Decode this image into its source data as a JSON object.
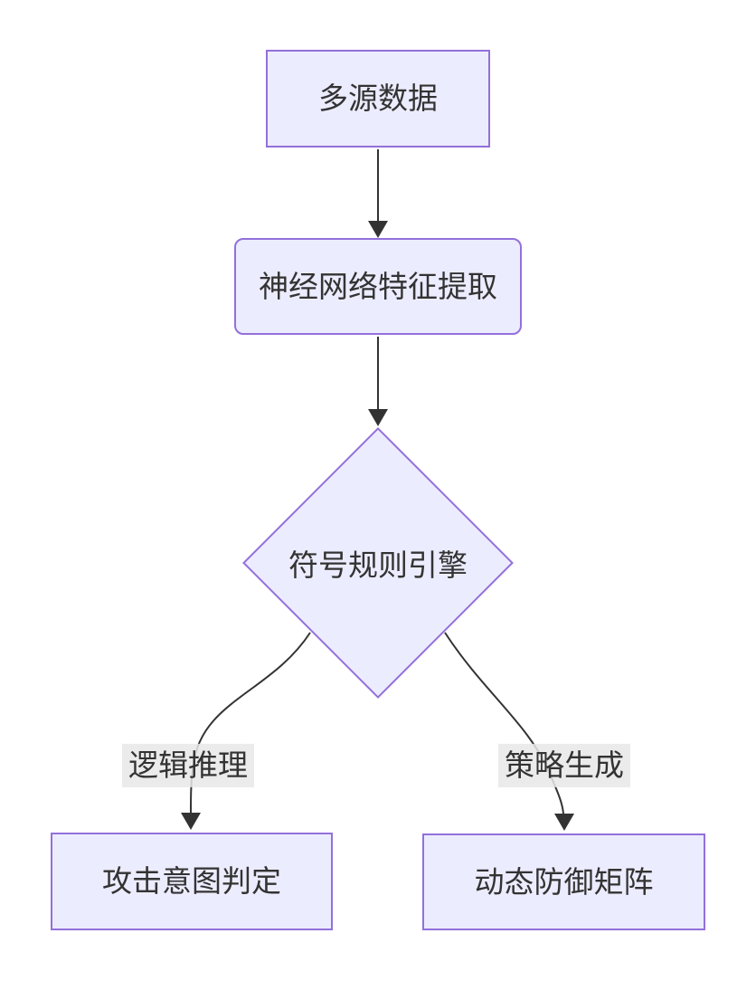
{
  "diagram": {
    "type": "flowchart",
    "direction": "top-down",
    "nodes": [
      {
        "id": "multi-source-data",
        "label": "多源数据",
        "shape": "rectangle"
      },
      {
        "id": "neural-feature-extraction",
        "label": "神经网络特征提取",
        "shape": "rounded-rectangle"
      },
      {
        "id": "symbolic-rule-engine",
        "label": "符号规则引擎",
        "shape": "diamond"
      },
      {
        "id": "attack-intent-decision",
        "label": "攻击意图判定",
        "shape": "rectangle"
      },
      {
        "id": "dynamic-defense-matrix",
        "label": "动态防御矩阵",
        "shape": "rectangle"
      }
    ],
    "edges": [
      {
        "from": "multi-source-data",
        "to": "neural-feature-extraction",
        "label": ""
      },
      {
        "from": "neural-feature-extraction",
        "to": "symbolic-rule-engine",
        "label": ""
      },
      {
        "from": "symbolic-rule-engine",
        "to": "attack-intent-decision",
        "label": "逻辑推理"
      },
      {
        "from": "symbolic-rule-engine",
        "to": "dynamic-defense-matrix",
        "label": "策略生成"
      }
    ],
    "colors": {
      "node_fill": "#ECECFF",
      "node_border": "#9370DB",
      "edge_line": "#333333",
      "arrowhead": "#333333",
      "text": "#333333",
      "edge_label_bg": "#e8e8e8",
      "background": "#ffffff"
    }
  }
}
